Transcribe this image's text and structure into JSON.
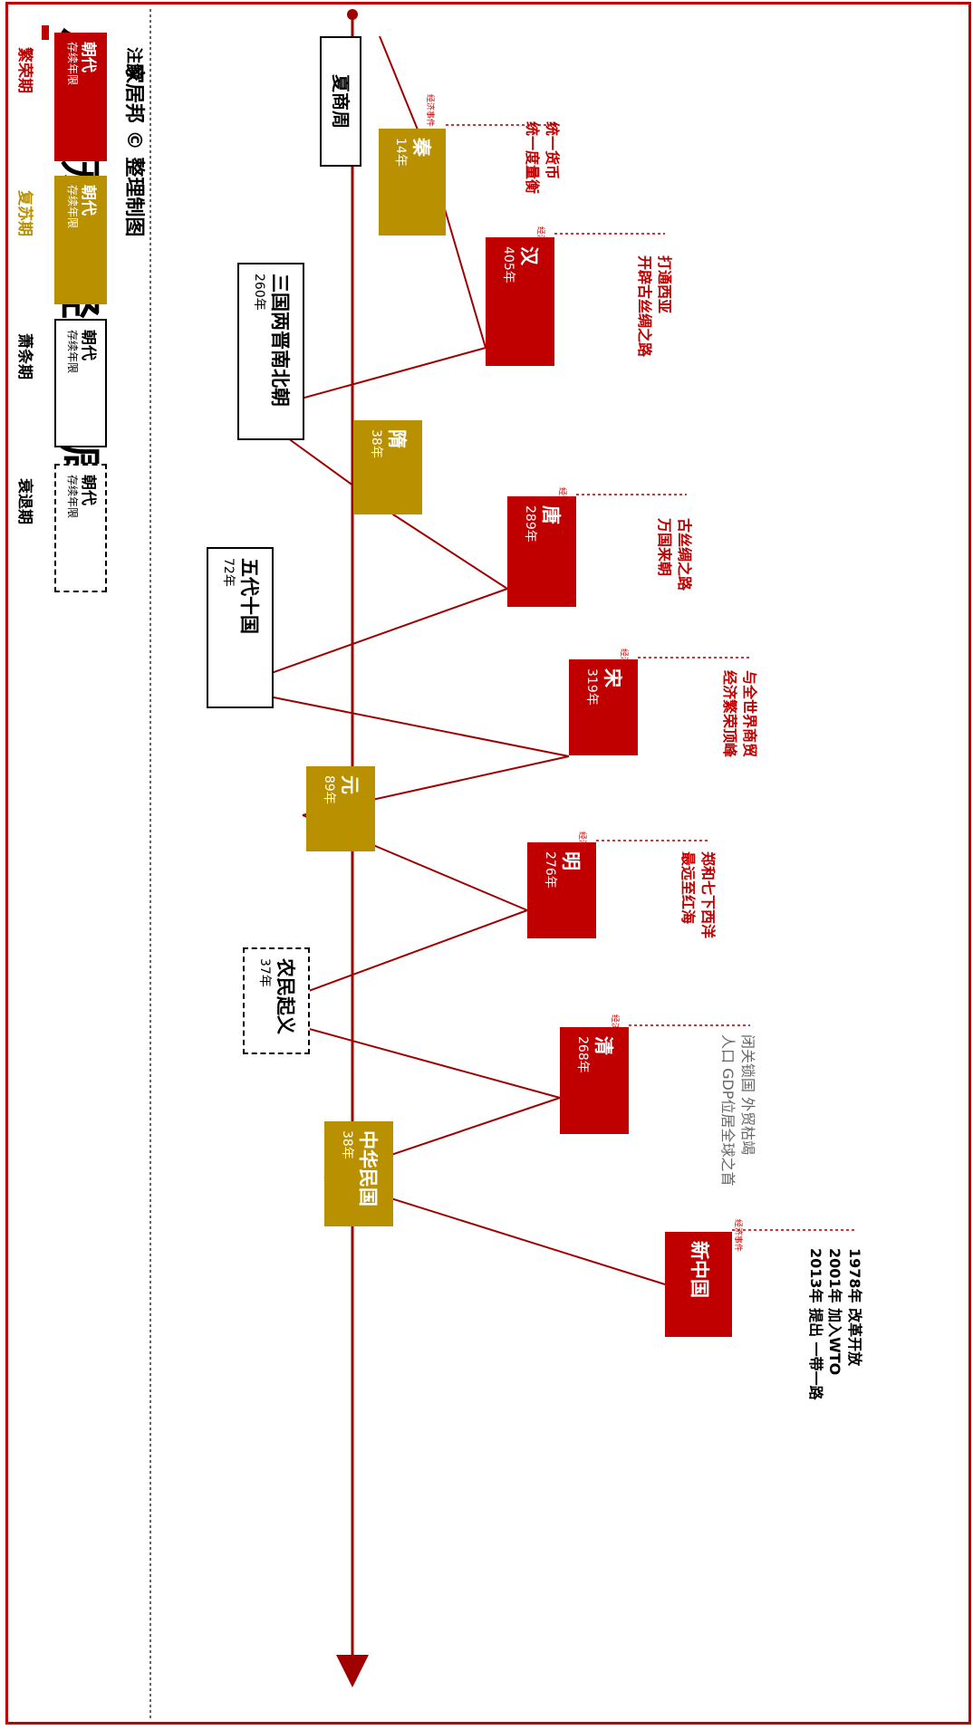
{
  "title": "从中国历史看经济发展周期",
  "author": "家居邦 © 整理制图",
  "event_tag": "经济事件",
  "legend": {
    "title": "注解",
    "items": [
      {
        "name": "朝代",
        "sub": "存续年限",
        "label": "繁荣期",
        "style": "red"
      },
      {
        "name": "朝代",
        "sub": "存续年限",
        "label": "复苏期",
        "style": "gold"
      },
      {
        "name": "朝代",
        "sub": "存续年限",
        "label": "萧条期",
        "style": "white"
      },
      {
        "name": "朝代",
        "sub": "存续年限",
        "label": "衰退期",
        "style": "dash"
      }
    ]
  },
  "timeline_start": "夏商周",
  "dynasties": [
    {
      "name": "秦",
      "years": "14年",
      "phase": "复苏期",
      "events": [
        "统一货币",
        "统一度量衡"
      ]
    },
    {
      "name": "汉",
      "years": "405年",
      "phase": "繁荣期",
      "events": [
        "打通西亚",
        "开辟古丝绸之路"
      ]
    },
    {
      "name": "三国两晋南北朝",
      "years": "260年",
      "phase": "萧条期"
    },
    {
      "name": "隋",
      "years": "38年",
      "phase": "复苏期"
    },
    {
      "name": "唐",
      "years": "289年",
      "phase": "繁荣期",
      "events": [
        "古丝绸之路",
        "万国来朝"
      ]
    },
    {
      "name": "五代十国",
      "years": "72年",
      "phase": "萧条期"
    },
    {
      "name": "宋",
      "years": "319年",
      "phase": "繁荣期",
      "events": [
        "与全世界商贸",
        "经济繁荣顶峰"
      ]
    },
    {
      "name": "元",
      "years": "89年",
      "phase": "复苏期"
    },
    {
      "name": "明",
      "years": "276年",
      "phase": "繁荣期",
      "events": [
        "郑和七下西洋",
        "最远至红海"
      ]
    },
    {
      "name": "农民起义",
      "years": "37年",
      "phase": "衰退期"
    },
    {
      "name": "清",
      "years": "268年",
      "phase": "繁荣期",
      "events": [
        "闭关锁国  外贸枯竭",
        "人口  GDP位居全球之首"
      ]
    },
    {
      "name": "中华民国",
      "years": "38年",
      "phase": "复苏期"
    },
    {
      "name": "新中国",
      "years": "",
      "phase": "繁荣期",
      "events": [
        "1978年  改革开放",
        "2001年  加入WTO",
        "2013年  提出 一带一路"
      ]
    }
  ],
  "colors": {
    "prosperity": "#c00000",
    "recovery": "#b89000",
    "depression": "#000000",
    "line": "#a00000"
  }
}
